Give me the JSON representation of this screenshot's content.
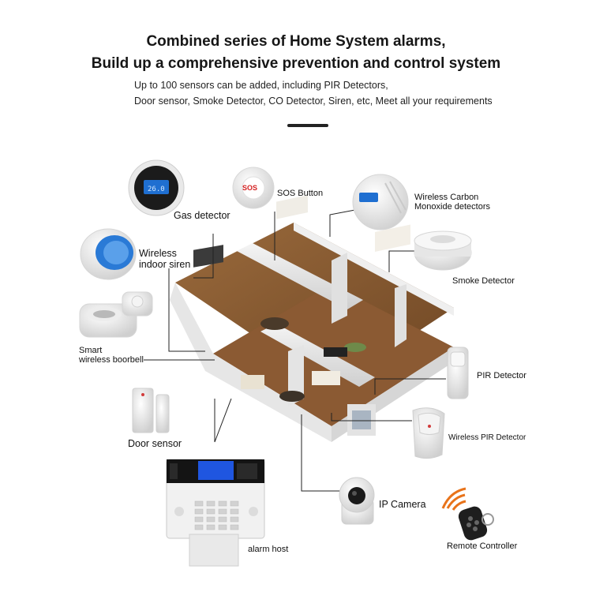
{
  "headline": {
    "line1": "Combined series of Home System alarms,",
    "line2": "Build up a comprehensive prevention and control system"
  },
  "subtitle": {
    "line1": "Up to 100 sensors can be added, including PIR Detectors,",
    "line2": "Door sensor, Smoke Detector, CO Detector, Siren, etc, Meet all your requirements"
  },
  "devices": {
    "gas_detector": "Gas detector",
    "sos_button": "SOS Button",
    "sos_badge": "SOS",
    "co_detector_1": "Wireless Carbon",
    "co_detector_2": "Monoxide detectors",
    "siren_1": "Wireless",
    "siren_2": "indoor siren",
    "smoke_detector": "Smoke Detector",
    "doorbell_1": "Smart",
    "doorbell_2": "wireless boorbell",
    "pir_detector": "PIR Detector",
    "door_sensor": "Door sensor",
    "wireless_pir": "Wireless PIR Detector",
    "ip_camera": "IP Camera",
    "alarm_host": "alarm host",
    "remote_controller": "Remote Controller"
  },
  "colors": {
    "accent_blue": "#1f6fd1",
    "sos_red": "#d42020",
    "wifi_orange": "#e8731a"
  }
}
